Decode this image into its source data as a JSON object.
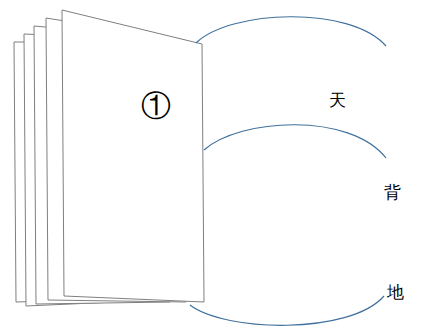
{
  "diagram": {
    "labels": [
      "①",
      "天",
      "背",
      "地"
    ]
  }
}
